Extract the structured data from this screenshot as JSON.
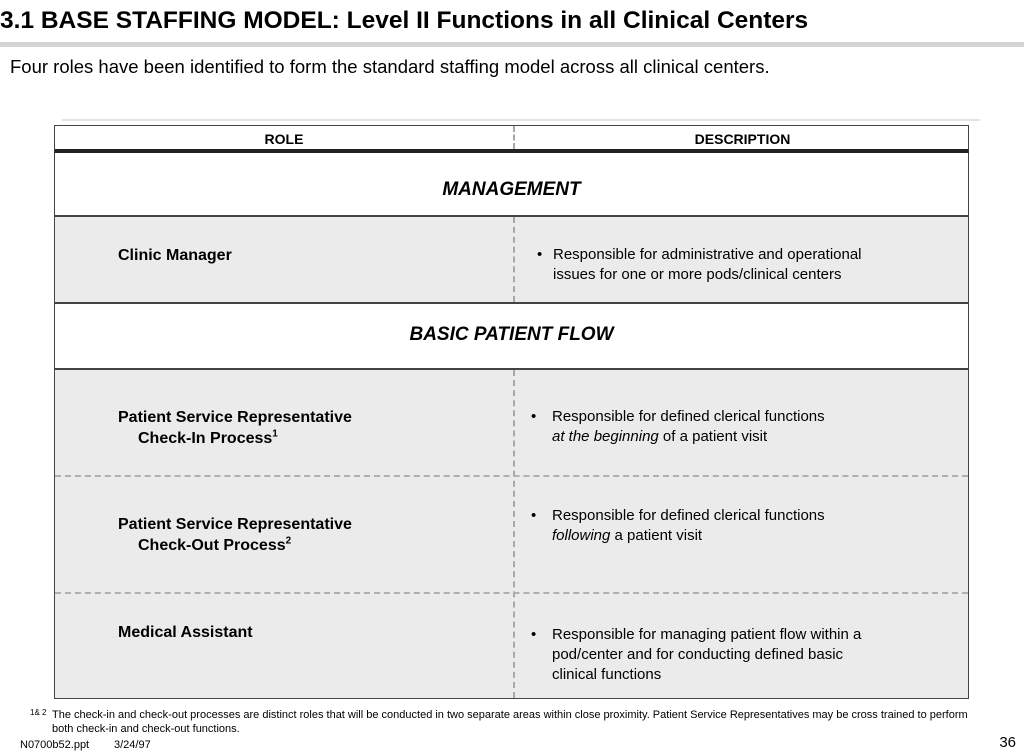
{
  "slide": {
    "title": "3.1 BASE STAFFING MODEL: Level II Functions in all Clinical Centers",
    "subtitle": "Four roles have been identified to form the standard staffing model across all clinical centers."
  },
  "table": {
    "headers": {
      "role": "ROLE",
      "description": "DESCRIPTION"
    },
    "sections": [
      {
        "label": "MANAGEMENT",
        "rows": [
          {
            "role_line1": "Clinic Manager",
            "desc_line1": "Responsible for administrative and operational",
            "desc_line2": "issues for one or more pods/clinical centers"
          }
        ]
      },
      {
        "label": "BASIC PATIENT FLOW",
        "rows": [
          {
            "role_line1": "Patient Service Representative",
            "role_line2": "Check-In Process",
            "role_sup": "1",
            "desc_line1": "Responsible for defined clerical functions",
            "desc_italic": "at the beginning",
            "desc_rest": " of a patient visit"
          },
          {
            "role_line1": "Patient Service Representative",
            "role_line2": "Check-Out Process",
            "role_sup": "2",
            "desc_line1": "Responsible for defined clerical functions",
            "desc_italic": "following",
            "desc_rest": " a patient visit"
          },
          {
            "role_line1": "Medical Assistant",
            "desc_line1": "Responsible for managing patient flow within a",
            "desc_line2": "pod/center and for conducting defined basic",
            "desc_line3": "clinical functions"
          }
        ]
      }
    ],
    "bullet": "•"
  },
  "footnote": {
    "mark": "1& 2",
    "text": "The check-in and check-out processes are distinct roles that will be conducted in two separate areas within close proximity. Patient Service Representatives may be cross trained to perform both check-in and check-out functions."
  },
  "footer": {
    "file": "N0700b52.ppt",
    "date": "3/24/97",
    "page": "36"
  }
}
